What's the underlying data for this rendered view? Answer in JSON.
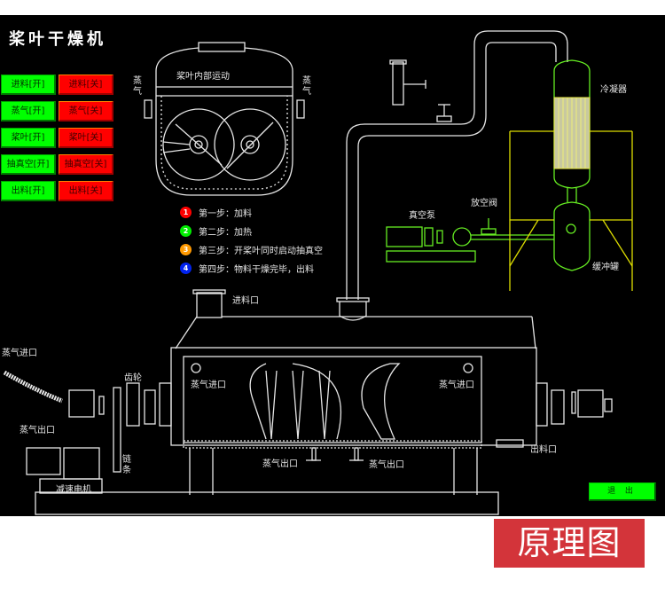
{
  "title": "桨叶干燥机",
  "controls": [
    {
      "on": "进料[开]",
      "off": "进料[关]"
    },
    {
      "on": "蒸气[开]",
      "off": "蒸气[关]"
    },
    {
      "on": "桨叶[开]",
      "off": "桨叶[关]"
    },
    {
      "on": "抽真空[开]",
      "off": "抽真空[关]"
    },
    {
      "on": "出料[开]",
      "off": "出料[关]"
    }
  ],
  "cross_section": {
    "caption": "桨叶内部运动",
    "left_label": "蒸气",
    "right_label": "蒸气"
  },
  "steps": [
    {
      "num": "1",
      "text": "第一步：加料",
      "color": "#ff0000"
    },
    {
      "num": "2",
      "text": "第二步：加热",
      "color": "#00ee00"
    },
    {
      "num": "3",
      "text": "第三步：开桨叶同时启动抽真空",
      "color": "#ff9900"
    },
    {
      "num": "4",
      "text": "第四步：物料干燥完毕，出料",
      "color": "#0022ee"
    }
  ],
  "labels": {
    "condenser": "冷凝器",
    "vacuum_pump": "真空泵",
    "vent_valve": "放空阀",
    "buffer_tank": "缓冲罐",
    "feed_inlet": "进料口",
    "steam_inlet_left": "蒸气进口",
    "steam_outlet_left": "蒸气出口",
    "gear": "齿轮",
    "chain": "链条",
    "reducer_motor": "减速电机",
    "steam_inlet_inner_left": "蒸气进口",
    "steam_inlet_inner_right": "蒸气进口",
    "steam_outlet_bottom_1": "蒸气出口",
    "steam_outlet_bottom_2": "蒸气出口",
    "discharge": "出料口"
  },
  "exit_button": "退 出",
  "footer_label": "原理图",
  "colors": {
    "panel_bg": "#000000",
    "line": "#e6e6e6",
    "green_line": "#66ee22",
    "yellow_line": "#dddd00",
    "btn_on": "#00ff00",
    "btn_off": "#ff0000",
    "footer_bg": "#d3343a"
  }
}
